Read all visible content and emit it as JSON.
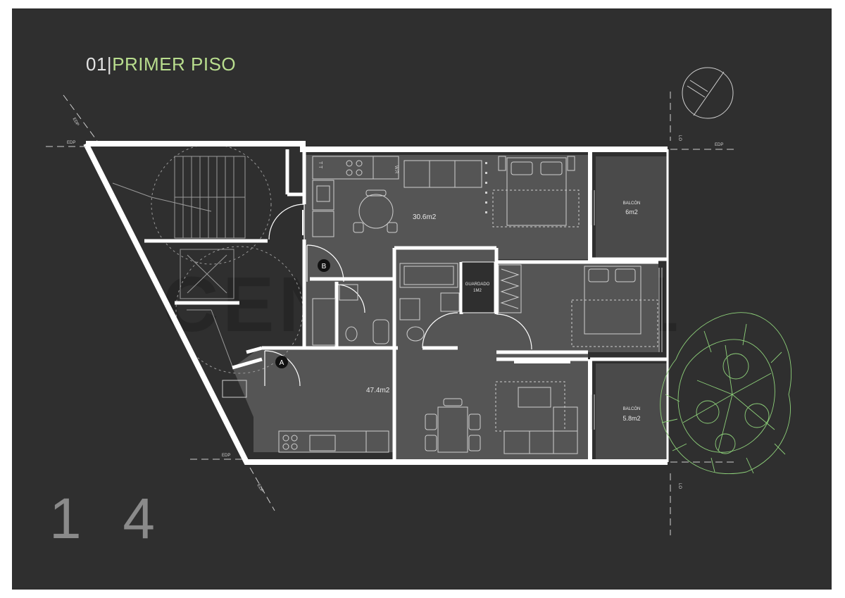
{
  "header": {
    "number": "01",
    "separator": "|",
    "title": "PRIMER PISO"
  },
  "page_number": "1 4",
  "watermark": "CENTURY 21",
  "colors": {
    "background": "#2f2f2f",
    "accent": "#b9de8e",
    "wall": "#ffffff",
    "floor": "#555555",
    "balcony": "#4a4a4a"
  },
  "rooms": [
    {
      "id": "unit-b",
      "label": "B",
      "area": "30.6m2"
    },
    {
      "id": "unit-a",
      "label": "A",
      "area": "47.4m2"
    },
    {
      "id": "storage",
      "label": "GUARDADO",
      "area": "1M2"
    },
    {
      "id": "balcony-top",
      "label": "BALCÓN",
      "area": "6m2"
    },
    {
      "id": "balcony-bottom",
      "label": "BALCÓN",
      "area": "5.8m2"
    }
  ],
  "markers": {
    "edp": "EDP",
    "lo": "LO",
    "tt": "T T",
    "wr": "W.R"
  }
}
